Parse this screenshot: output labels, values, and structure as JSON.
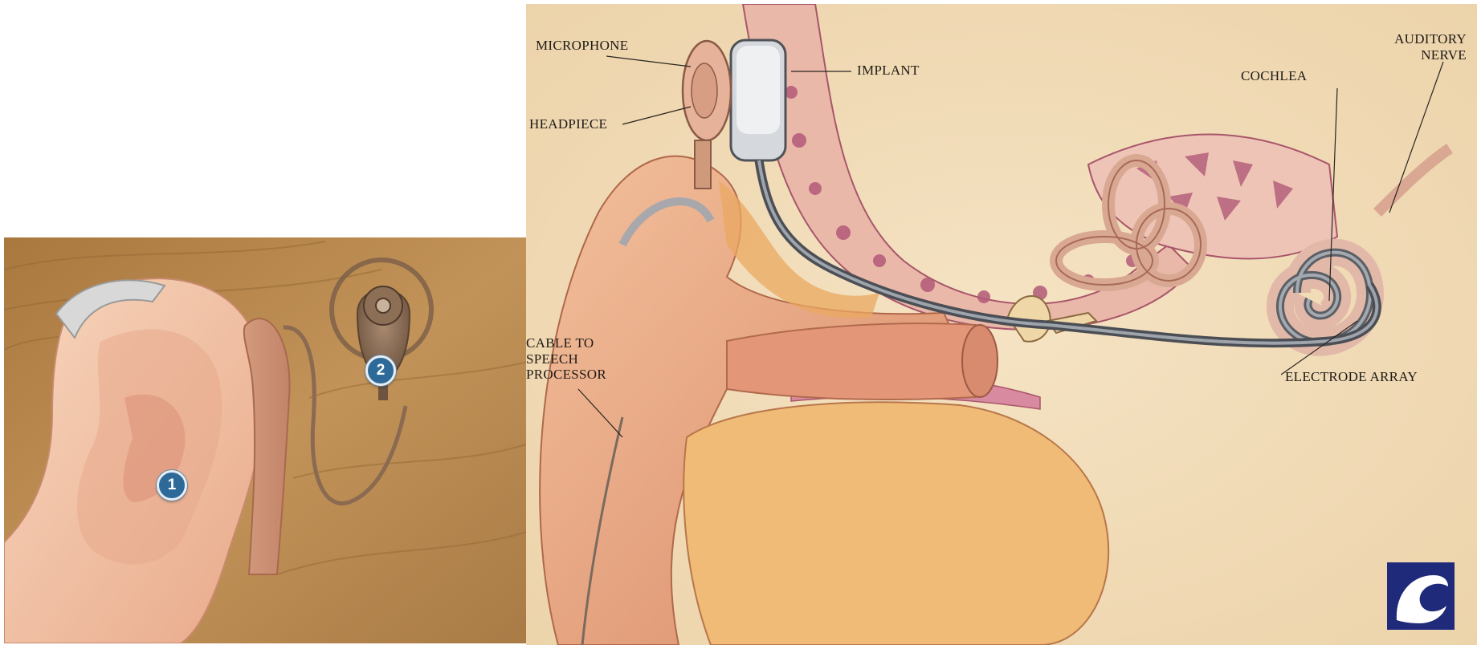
{
  "left_illustration": {
    "callouts": [
      {
        "number": "1"
      },
      {
        "number": "2"
      }
    ]
  },
  "right_illustration": {
    "labels": {
      "microphone": "MICROPHONE",
      "implant": "IMPLANT",
      "headpiece": "HEADPIECE",
      "auditory_nerve_line1": "AUDITORY",
      "auditory_nerve_line2": "NERVE",
      "cochlea": "COCHLEA",
      "cable_line1": "CABLE TO",
      "cable_line2": "SPEECH",
      "cable_line3": "PROCESSOR",
      "electrode_array": "ELECTRODE ARRAY"
    },
    "logo_icon": "wave-logo-icon"
  },
  "colors": {
    "callout_badge": "#2e6a99",
    "logo_background": "#1f2a7a",
    "parchment": "#f1dcb8",
    "hair": "#b9894e"
  }
}
